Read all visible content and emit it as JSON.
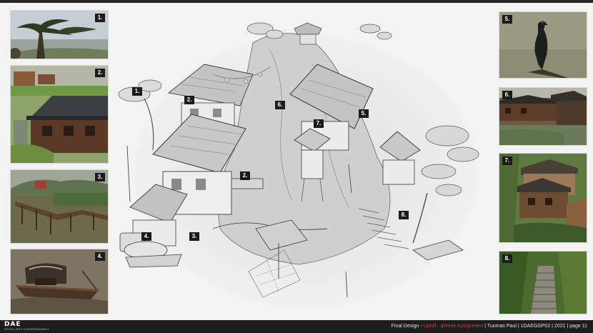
{
  "references_left": [
    {
      "number": "1.",
      "icon": "pine-tree-photo"
    },
    {
      "number": "2.",
      "icon": "wooden-house-photo"
    },
    {
      "number": "3.",
      "icon": "wooden-pier-photo"
    },
    {
      "number": "4.",
      "icon": "fishing-boat-photo"
    }
  ],
  "references_right": [
    {
      "number": "5.",
      "icon": "cormorant-bird-photo"
    },
    {
      "number": "6.",
      "icon": "riverside-houses-photo"
    },
    {
      "number": "7.",
      "icon": "hillside-village-photo"
    },
    {
      "number": "8.",
      "icon": "stone-stairs-photo"
    }
  ],
  "callouts": [
    "1.",
    "2.",
    "6.",
    "5.",
    "7.",
    "2.",
    "8.",
    "4.",
    "3."
  ],
  "footer": {
    "logo": "DAE",
    "logo_sub": "DIGITAL ARTS & ENTERTAINMENT",
    "prefix": "Final Design - ",
    "accent": "Uphill - qWeek Assignment",
    "rest": " | Tuomas Paul | 1DAEGGP02 | 2021 | page 11"
  },
  "colors": {
    "accent": "#e0304f",
    "footer_bg": "#1d1d1d",
    "badge_bg": "#1b1b1b"
  }
}
